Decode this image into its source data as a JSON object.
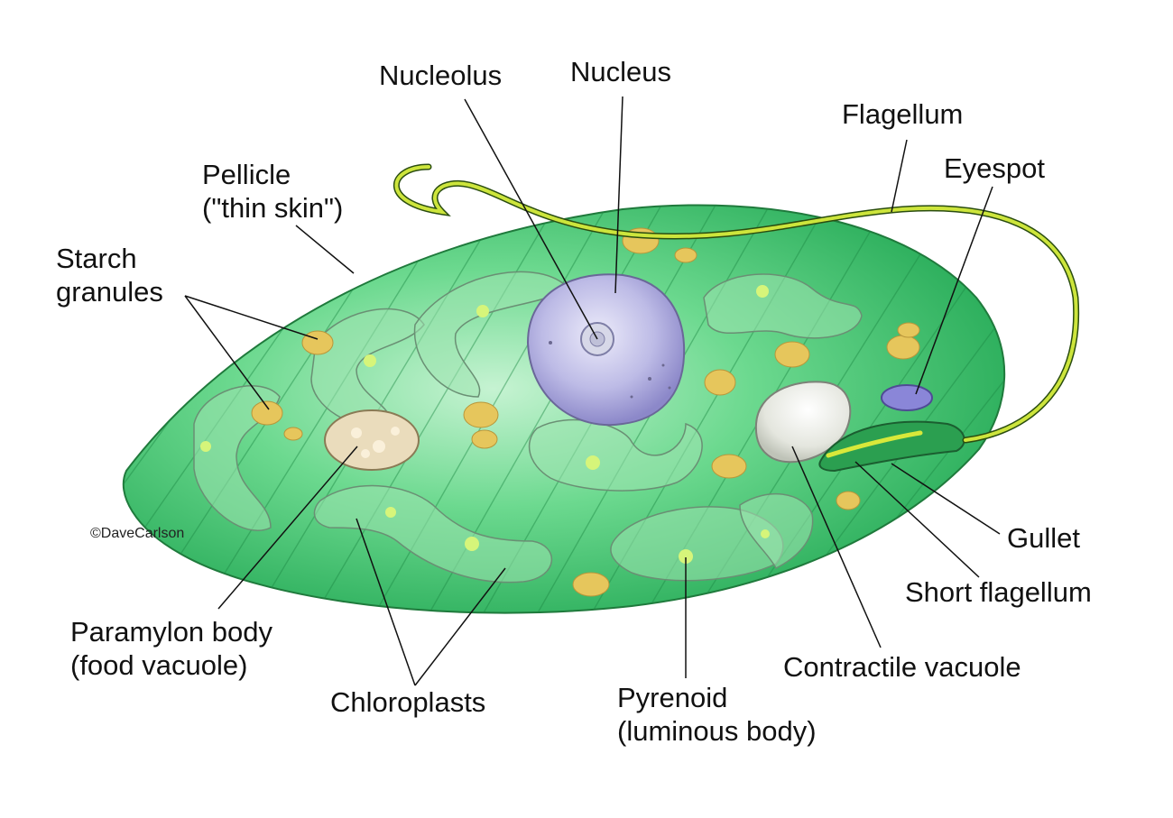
{
  "labels": {
    "nucleolus": "Nucleolus",
    "nucleus": "Nucleus",
    "flagellum": "Flagellum",
    "eyespot": "Eyespot",
    "pellicle_line1": "Pellicle",
    "pellicle_line2": "(\"thin skin\")",
    "starch_line1": "Starch",
    "starch_line2": "granules",
    "paramylon_line1": "Paramylon body",
    "paramylon_line2": "(food vacuole)",
    "chloroplasts": "Chloroplasts",
    "pyrenoid_line1": "Pyrenoid",
    "pyrenoid_line2": "(luminous body)",
    "contractile_vacuole": "Contractile vacuole",
    "short_flagellum": "Short flagellum",
    "gullet": "Gullet"
  },
  "credit": "©DaveCarlson",
  "colors": {
    "cell_body": "#3cc46a",
    "cell_highlight": "#b9f0c8",
    "chloroplast": "#7fd69a",
    "starch": "#e8c65a",
    "nucleus": "#b7b6e0",
    "flagellum": "#c9e33a",
    "eyespot": "#8a86d8",
    "vacuole": "#eef0ea",
    "paramylon": "#e9d9b8",
    "leader_line": "#111111"
  }
}
